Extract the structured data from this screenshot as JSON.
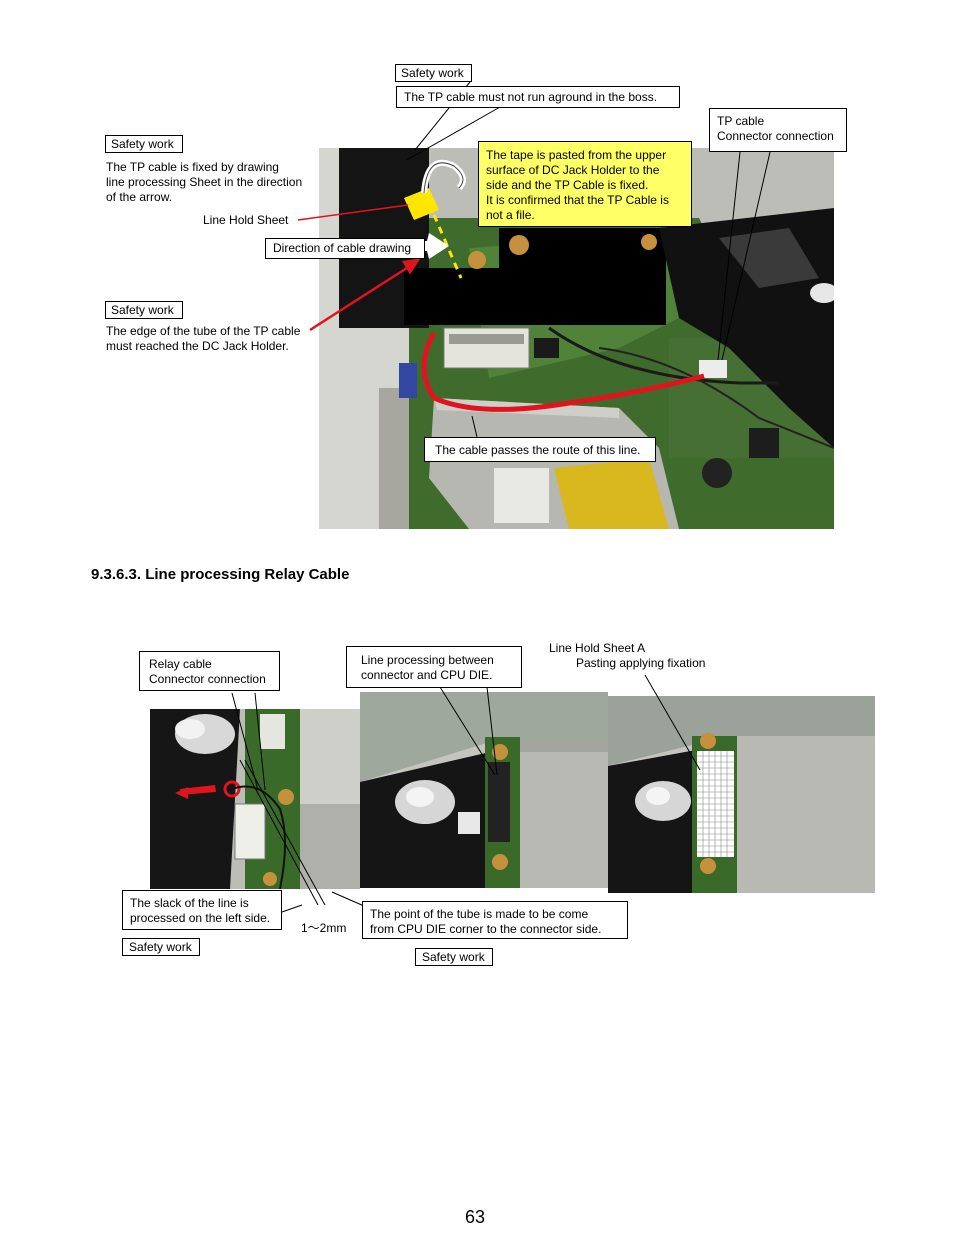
{
  "top": {
    "safety_work_1": "Safety work",
    "tp_boss_note": "The TP cable must not run aground in the boss.",
    "safety_work_2": "Safety work",
    "tp_fixed_note_lines": [
      "The TP cable is fixed by drawing",
      "line processing Sheet in the direction",
      "of the arrow."
    ],
    "line_hold_sheet": "Line Hold Sheet",
    "direction_label": "Direction of cable drawing",
    "tape_note_lines": [
      "The tape is pasted from the upper",
      "surface of DC Jack Holder to the",
      "side and the TP Cable is fixed.",
      "It is confirmed that the TP Cable is",
      "not a file."
    ],
    "tp_connector_lines": [
      "TP cable",
      "Connector connection"
    ],
    "safety_work_3": "Safety work",
    "edge_note_lines": [
      "The edge of the tube of the TP cable",
      "must reached the DC Jack Holder."
    ],
    "route_note": "The cable passes the route of this line."
  },
  "section_heading": "9.3.6.3. Line processing Relay Cable",
  "bottom": {
    "relay_connector_lines": [
      "Relay cable",
      "Connector connection"
    ],
    "line_processing_lines": [
      "Line processing between",
      "connector and CPU DIE."
    ],
    "hold_sheet_a_lines": [
      "Line Hold Sheet A",
      "Pasting applying fixation"
    ],
    "slack_note_lines": [
      "The slack of the line is",
      "processed on the left side."
    ],
    "gap_label": "1～2mm",
    "tube_point_lines": [
      "The point of the tube is made to be come",
      "from CPU DIE corner to the connector side."
    ],
    "safety_work_left": "Safety work",
    "safety_work_right": "Safety work"
  },
  "page_number": "63",
  "colors": {
    "highlight_yellow": "#ffff66",
    "route_red": "#e0141e",
    "board_green": "#3f6b2c"
  }
}
